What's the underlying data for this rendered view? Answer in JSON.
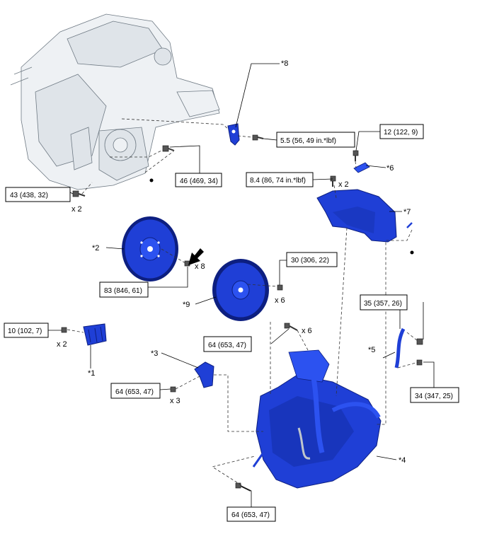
{
  "callouts": {
    "c1": "*1",
    "c2": "*2",
    "c3": "*3",
    "c4": "*4",
    "c5": "*5",
    "c6": "*6",
    "c7": "*7",
    "c8": "*8",
    "c9": "*9"
  },
  "torques": {
    "t_43": "43 (438, 32)",
    "t_46": "46 (469, 34)",
    "t_5_5": "5.5 (56, 49 in.*lbf)",
    "t_12": "12 (122, 9)",
    "t_8_4": "8.4 (86, 74 in.*lbf)",
    "t_83": "83 (846, 61)",
    "t_30": "30 (306, 22)",
    "t_35": "35 (357, 26)",
    "t_10": "10 (102, 7)",
    "t_64a": "64 (653, 47)",
    "t_64b": "64 (653, 47)",
    "t_34": "34 (347, 25)",
    "t_64c": "64 (653, 47)"
  },
  "quantities": {
    "q_43": "x 2",
    "q_8_4": "x 2",
    "q_83": "x 8",
    "q_30": "x 6",
    "q_64a": "x 6",
    "q_10": "x 2",
    "q_64b": "x 3"
  },
  "colors": {
    "highlighted_part": "#1f3fd6",
    "engine": "#eef1f4"
  }
}
